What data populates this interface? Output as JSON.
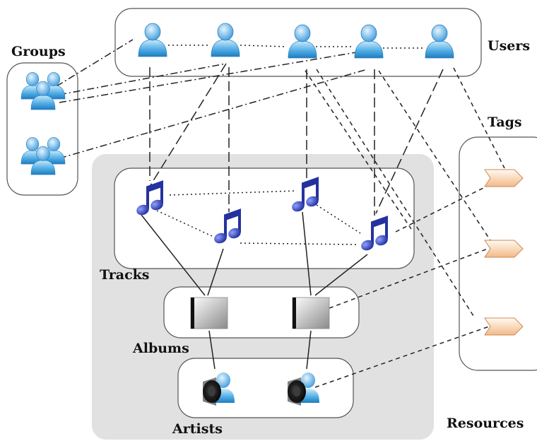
{
  "labels": {
    "users": "Users",
    "groups": "Groups",
    "tags": "Tags",
    "tracks": "Tracks",
    "albums": "Albums",
    "artists": "Artists",
    "resources": "Resources"
  },
  "nodes": {
    "users": 5,
    "groups": 2,
    "tracks": 4,
    "albums": 2,
    "artists": 2,
    "tags": 3
  },
  "colors": {
    "person": "#3a9ad6",
    "person_light": "#bfe4fa",
    "note": "#2b3aa8",
    "resources_bg": "#e1e1e1",
    "tag": "#f6c79f",
    "tag_light": "#fff3e6"
  },
  "edge_types": {
    "user_user": "dotted",
    "group_user": "dash-dot",
    "user_track": "long-dash",
    "user_tag": "short-dash",
    "tag_resource": "short-dash",
    "track_track": "dotted",
    "track_album": "solid",
    "album_artist": "solid"
  }
}
